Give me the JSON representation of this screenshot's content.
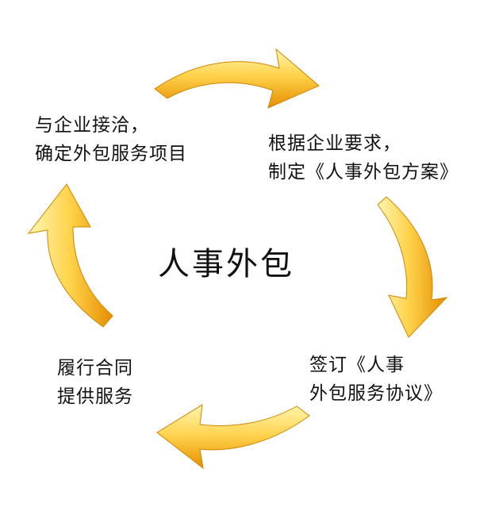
{
  "center_title": "人事外包",
  "steps": [
    {
      "line1": "与企业接洽，",
      "line2": "确定外包服务项目"
    },
    {
      "line1": "根据企业要求，",
      "line2": "制定《人事外包方案》"
    },
    {
      "line1": "签订《人事",
      "line2": "外包服务协议》"
    },
    {
      "line1": "履行合同",
      "line2": "提供服务"
    }
  ],
  "colors": {
    "arrow_light": "#FFF3A0",
    "arrow_mid": "#FFC93C",
    "arrow_dark": "#E08A00",
    "text": "#111111"
  }
}
